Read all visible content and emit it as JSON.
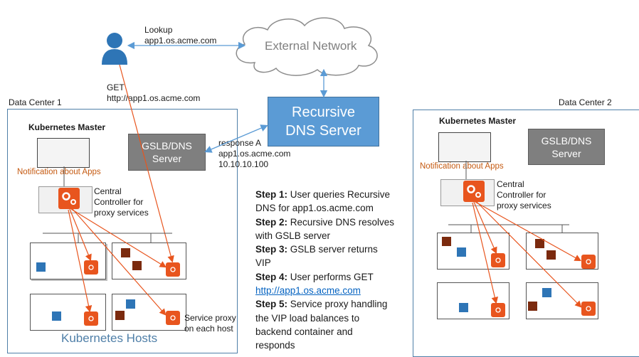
{
  "user_label": {
    "lookup": "Lookup",
    "host": "app1.os.acme.com"
  },
  "get_label": {
    "line1": "GET",
    "line2": "http://app1.os.acme.com"
  },
  "cloud_label": "External Network",
  "dns_server": {
    "line1": "Recursive",
    "line2": "DNS Server"
  },
  "response_label": {
    "line1": "response A",
    "line2": "app1.os.acme.com",
    "line3": "10.10.10.100"
  },
  "dc1": {
    "title": "Data Center 1",
    "master": "Kubernetes Master",
    "notification": "Notification about Apps",
    "controller": {
      "line1": "Central",
      "line2": "Controller for",
      "line3": "proxy services"
    },
    "gslb": {
      "line1": "GSLB/DNS",
      "line2": "Server"
    },
    "proxy_note": {
      "line1": "Service proxy",
      "line2": "on each host"
    },
    "hosts_label": "Kubernetes Hosts"
  },
  "dc2": {
    "title": "Data Center 2",
    "master": "Kubernetes Master",
    "notification": "Notification about Apps",
    "controller": {
      "line1": "Central",
      "line2": "Controller for",
      "line3": "proxy services"
    },
    "gslb": {
      "line1": "GSLB/DNS",
      "line2": "Server"
    }
  },
  "steps": [
    {
      "label": "Step 1:",
      "text": " User queries Recursive",
      "cont": [
        "DNS for app1.os.acme.com"
      ]
    },
    {
      "label": "Step 2:",
      "text": " Recursive DNS resolves",
      "cont": [
        "with GSLB server"
      ]
    },
    {
      "label": "Step 3:",
      "text": " GSLB server returns",
      "cont": [
        "VIP"
      ]
    },
    {
      "label": "Step 4:",
      "text": " User performs GET",
      "link": "http://app1.os.acme.com"
    },
    {
      "label": "Step 5:",
      "text": " Service proxy handling",
      "cont": [
        "the VIP load balances to",
        "backend container and",
        "responds"
      ]
    }
  ],
  "colors": {
    "orange": "#e8551e",
    "blue_cube": "#2e75b6",
    "brown_cube": "#7b2a0e",
    "dns_blue": "#5b9bd5",
    "gslb_gray": "#7f7f7f",
    "notification": "#c55a11",
    "frame": "#4f7fa8"
  },
  "icons": [
    "user-icon",
    "cloud-icon",
    "gear-icon",
    "proxy-icon"
  ]
}
